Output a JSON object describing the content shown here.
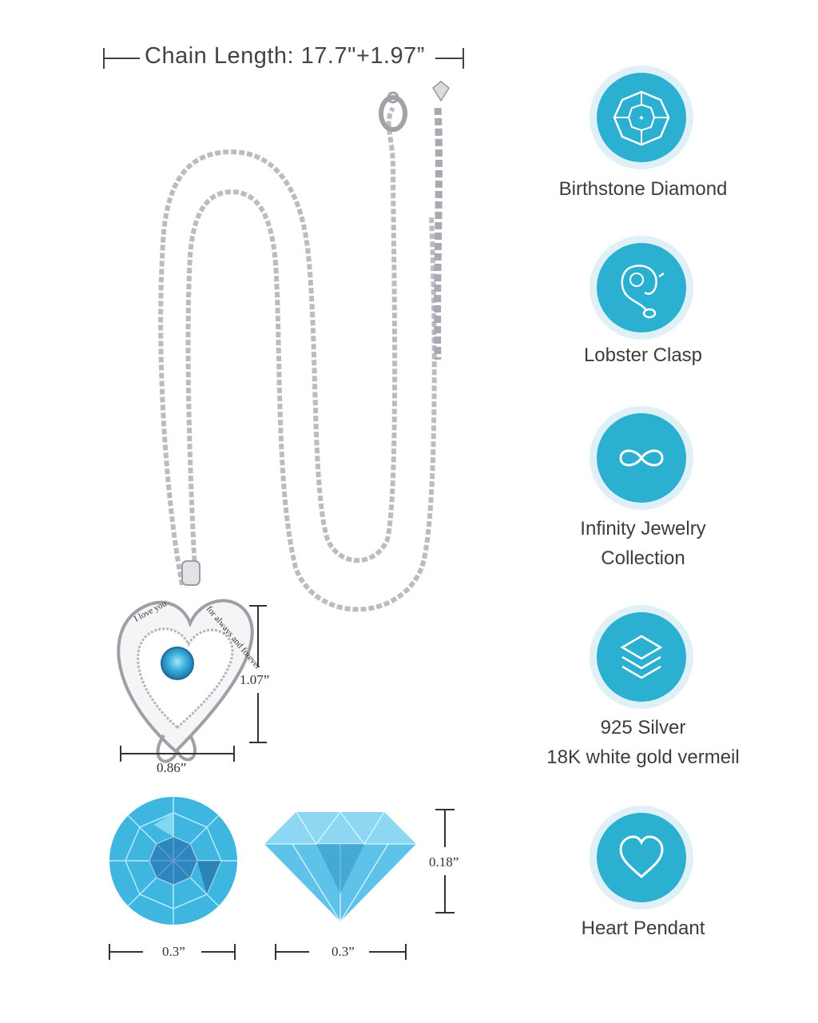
{
  "chain_length": "Chain Length: 17.7\"+1.97”",
  "pendant": {
    "height": "1.07”",
    "width": "0.86”",
    "engraving_top": "I love you",
    "engraving_side": "for always and forever"
  },
  "stone_top": {
    "width": "0.3”"
  },
  "stone_side": {
    "width": "0.3”",
    "height": "0.18”"
  },
  "features": [
    {
      "icon": "birthstone-diamond-icon",
      "label_lines": [
        "Birthstone Diamond"
      ]
    },
    {
      "icon": "lobster-clasp-icon",
      "label_lines": [
        "Lobster Clasp"
      ]
    },
    {
      "icon": "infinity-icon",
      "label_lines": [
        "Infinity Jewelry",
        "Collection"
      ]
    },
    {
      "icon": "layers-icon",
      "label_lines": [
        "925 Silver",
        "18K white gold vermeil"
      ]
    },
    {
      "icon": "heart-icon",
      "label_lines": [
        "Heart Pendant"
      ]
    }
  ],
  "colors": {
    "accent": "#2cb0d1",
    "accent_light": "#dff1f7",
    "stone": "#3fb6e0",
    "silver": "#b9bcc1"
  }
}
